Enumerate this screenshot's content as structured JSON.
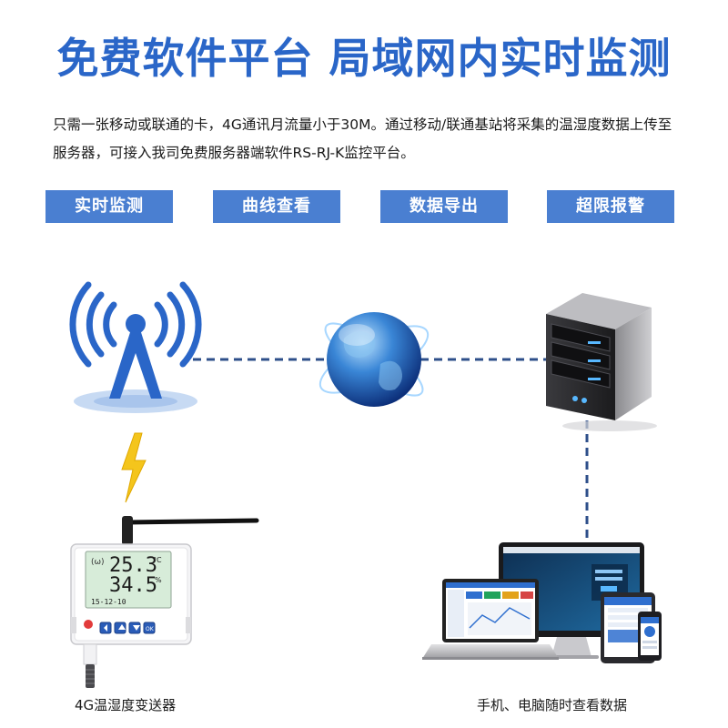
{
  "headline": "免费软件平台 局域网内实时监测",
  "description": "只需一张移动或联通的卡，4G通讯月流量小于30M。通过移动/联通基站将采集的温湿度数据上传至服务器，可接入我司免费服务器端软件RS-RJ-K监控平台。",
  "features": [
    {
      "label": "实时监测"
    },
    {
      "label": "曲线查看"
    },
    {
      "label": "数据导出"
    },
    {
      "label": "超限报警"
    }
  ],
  "device": {
    "display_top": "25.3",
    "display_bottom": "34.5",
    "unit_temp": "°C",
    "unit_hum": "%",
    "display_date": "15-12-10",
    "button_ok": "OK",
    "caption": "4G温湿度变送器"
  },
  "endpoints_caption": "手机、电脑随时查看数据",
  "colors": {
    "accent": "#2a66c8",
    "button": "#4a7fd1",
    "dashed_line": "#2e4f8a",
    "lightning": "#f4c51c"
  },
  "icons": [
    "signal-tower-icon",
    "globe-icon",
    "server-icon",
    "lightning-icon",
    "laptop-icon",
    "monitor-icon",
    "tablet-icon",
    "phone-icon"
  ]
}
